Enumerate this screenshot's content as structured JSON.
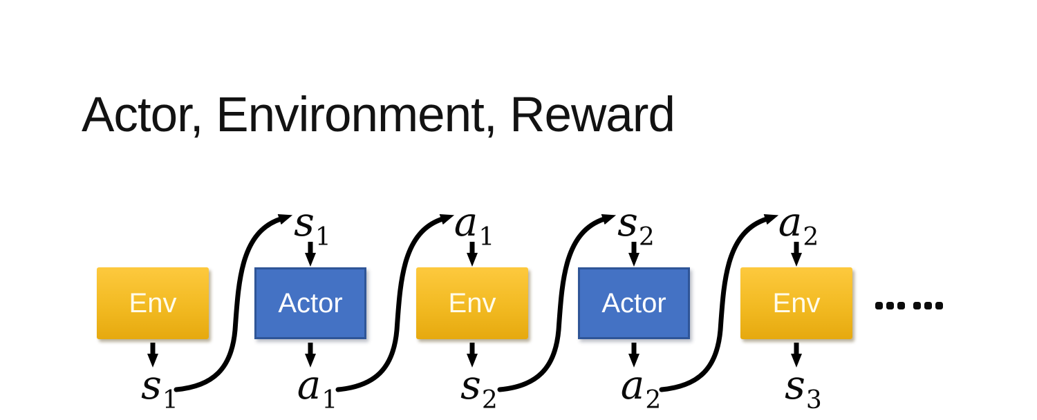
{
  "title": "Actor, Environment, Reward",
  "colors": {
    "env_gradient_top": "#fdc93e",
    "env_gradient_bottom": "#e6a90f",
    "actor_fill": "#4472c4",
    "actor_border": "#2f5597",
    "arrow": "#000000",
    "box_text": "#ffffff",
    "title_text": "#121212"
  },
  "diagram": {
    "boxes": [
      {
        "label": "Env"
      },
      {
        "label": "Actor"
      },
      {
        "label": "Env"
      },
      {
        "label": "Actor"
      },
      {
        "label": "Env"
      }
    ],
    "top_labels": [
      {
        "base": "s",
        "sub": "1"
      },
      {
        "base": "a",
        "sub": "1"
      },
      {
        "base": "s",
        "sub": "2"
      },
      {
        "base": "a",
        "sub": "2"
      }
    ],
    "bottom_labels": [
      {
        "base": "s",
        "sub": "1"
      },
      {
        "base": "a",
        "sub": "1"
      },
      {
        "base": "s",
        "sub": "2"
      },
      {
        "base": "a",
        "sub": "2"
      },
      {
        "base": "s",
        "sub": "3"
      }
    ],
    "ellipsis": "……"
  }
}
